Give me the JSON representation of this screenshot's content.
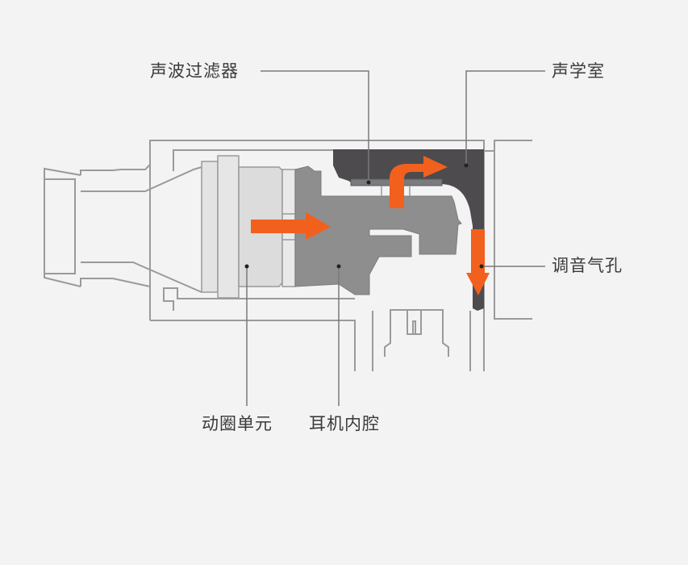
{
  "diagram": {
    "title": "耳机声学结构示意图",
    "labels": {
      "acoustic_filter": "声波过滤器",
      "acoustic_chamber": "声学室",
      "tuning_vent": "调音气孔",
      "dynamic_driver": "动圈单元",
      "inner_cavity": "耳机内腔"
    },
    "colors": {
      "background": "#f4f3f4",
      "outline": "#9a9a9a",
      "driver_light": "#dcdcdc",
      "cavity_gray": "#8e8e8e",
      "chamber_dark": "#4d4b4e",
      "arrow_orange": "#f2601e",
      "text": "#3a3a3a"
    },
    "arrows": [
      {
        "name": "sound-flow-driver-to-cavity",
        "direction": "right"
      },
      {
        "name": "sound-flow-cavity-to-chamber",
        "direction": "up-right"
      },
      {
        "name": "sound-flow-chamber-to-vent",
        "direction": "down"
      }
    ]
  }
}
